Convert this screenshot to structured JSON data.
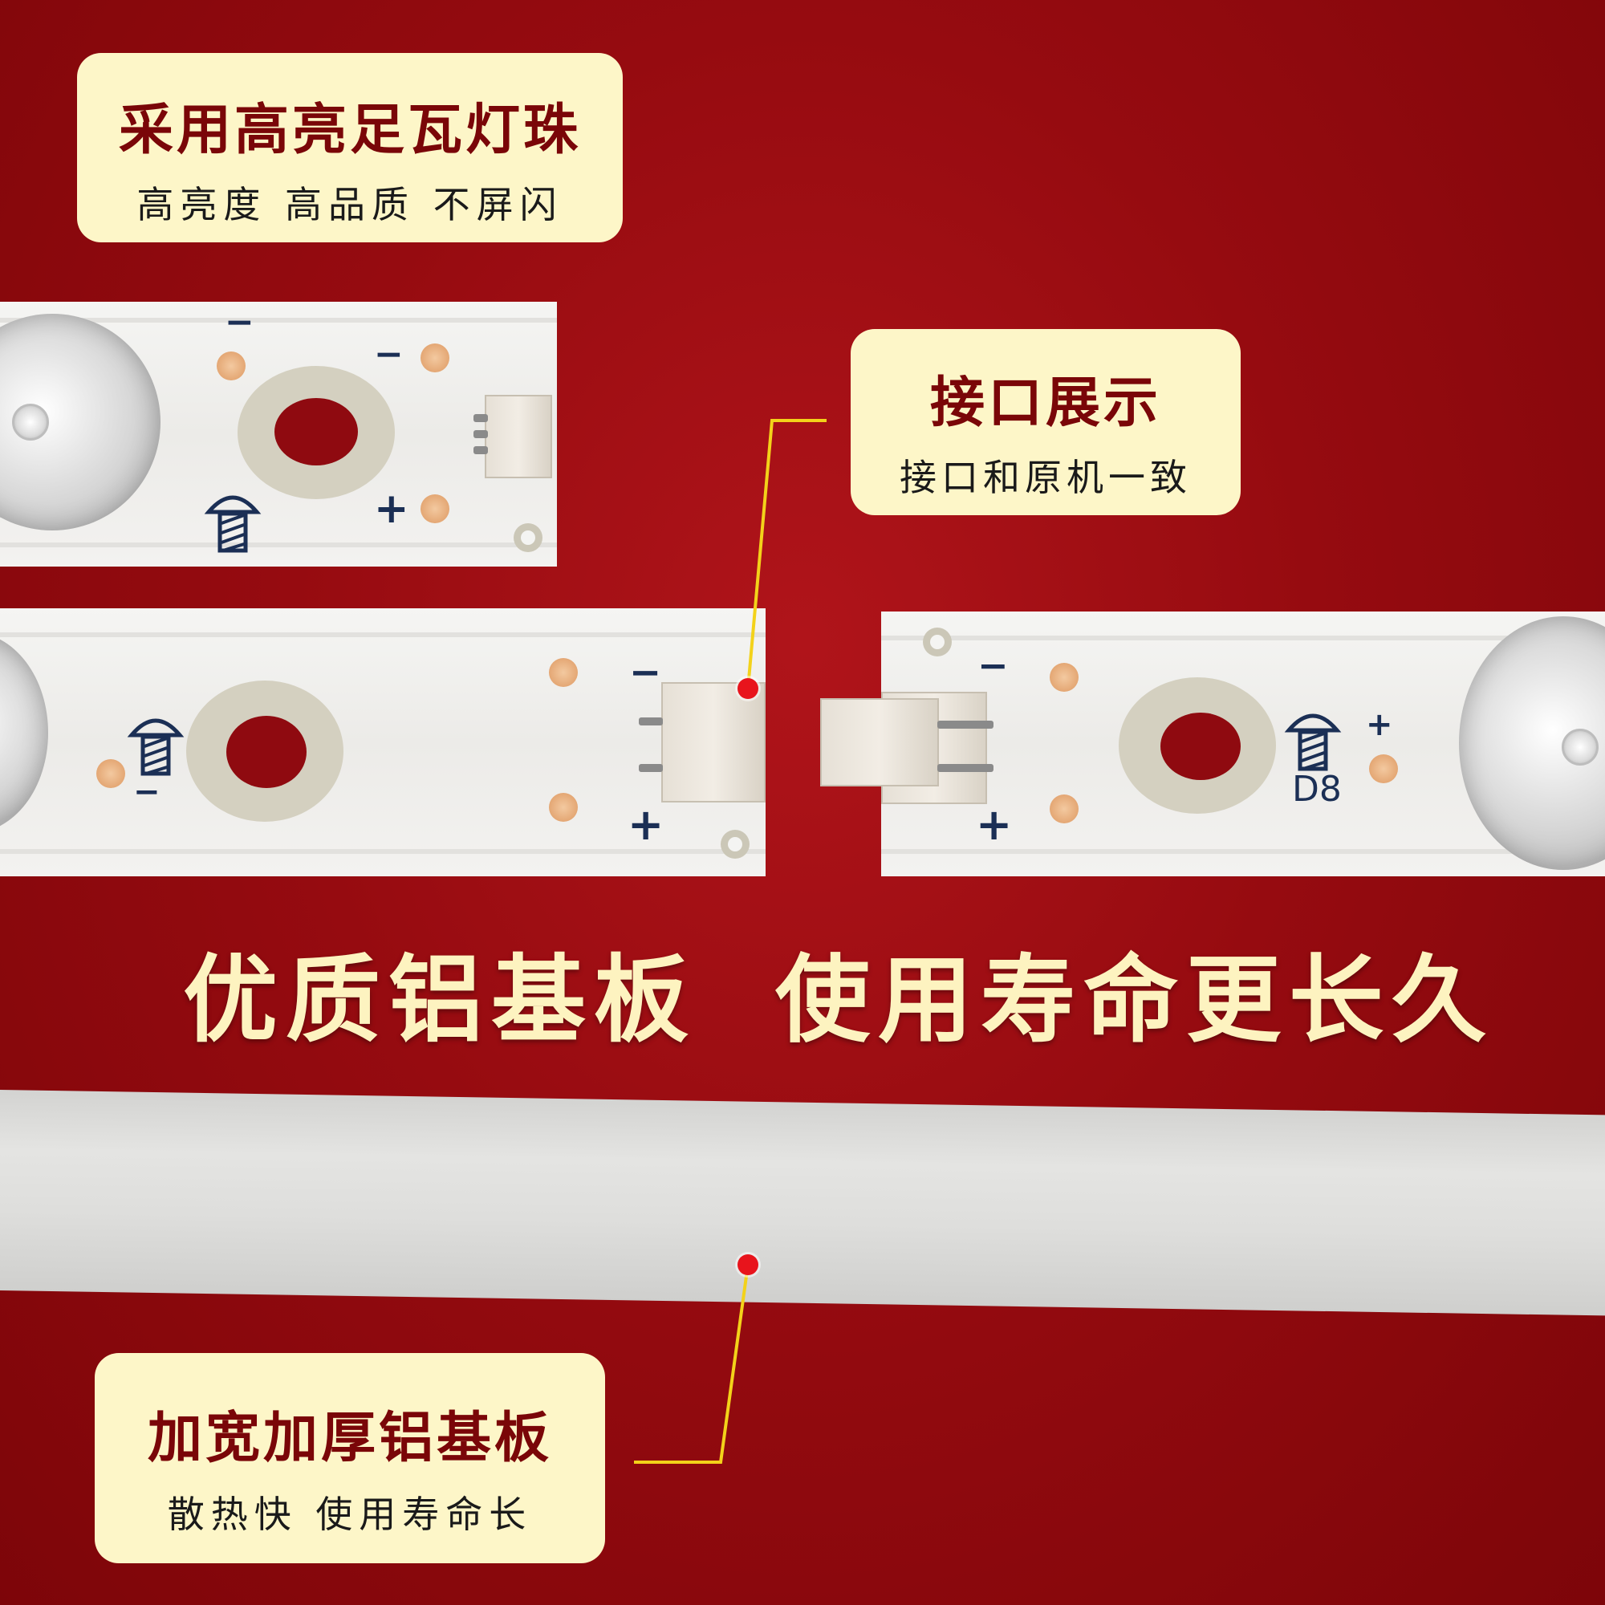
{
  "callouts": {
    "top": {
      "title": "采用高亮足瓦灯珠",
      "subtitle": "高亮度 高品质 不屏闪"
    },
    "interface": {
      "title": "接口展示",
      "subtitle": "接口和原机一致"
    },
    "bottom": {
      "title": "加宽加厚铝基板",
      "subtitle": "散热快 使用寿命长"
    }
  },
  "headline": {
    "left": "优质铝基板",
    "right": "使用寿命更长久"
  },
  "board_marks": {
    "minus": "−",
    "plus": "+",
    "led_label": "D8"
  },
  "colors": {
    "background": "#960b10",
    "callout_bg": "#fdf6c8",
    "title_text": "#7a0608",
    "headline_text": "#fdf3c0",
    "marker": "#e8141c",
    "leader_line": "#f3d21a"
  }
}
